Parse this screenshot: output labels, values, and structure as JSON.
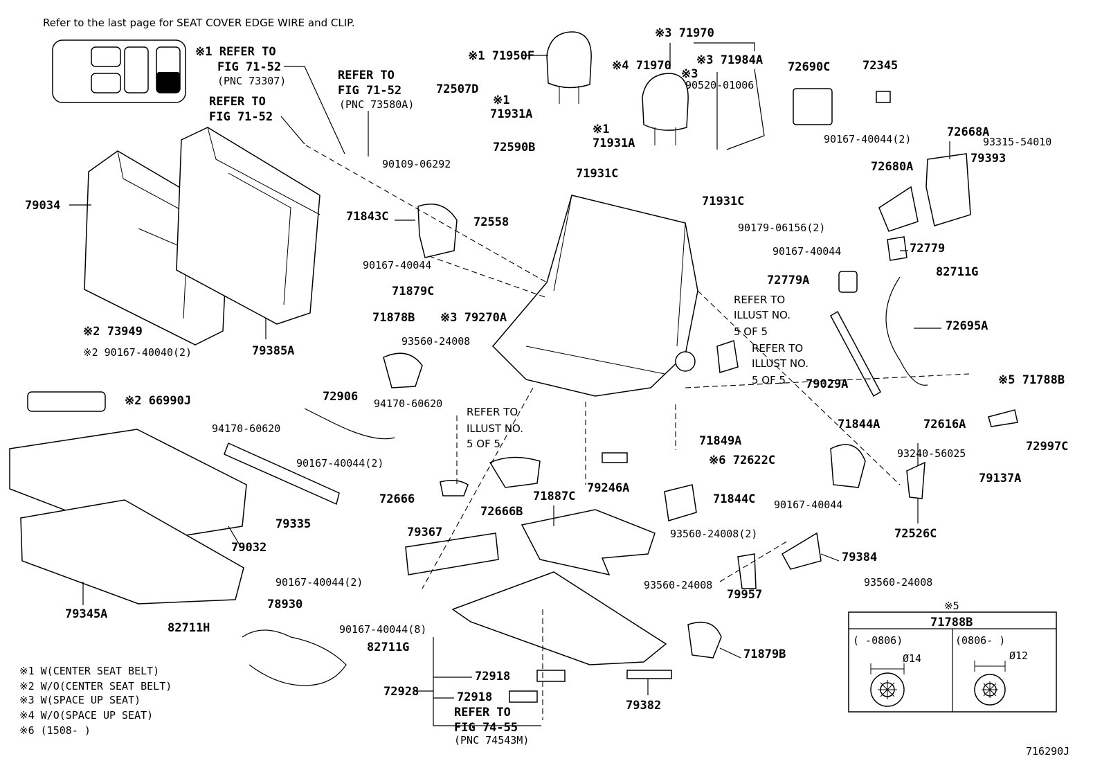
{
  "header_note": "Refer to the last page for SEAT COVER EDGE WIRE and CLIP.",
  "figure_id": "716290J",
  "labels": {
    "p71970_top": "※3 71970",
    "p71950F": "※1 71950F",
    "p71970": "※4 71970",
    "p71984A": "※3 71984A",
    "p90520": "※3",
    "p90520_num": "90520-01006",
    "ref1_a": "※1 REFER TO",
    "ref1_b": "FIG 71-52",
    "ref1_c": "(PNC 73307)",
    "ref2_a": "REFER TO",
    "ref2_b": "FIG 71-52",
    "ref2_c": "(PNC 73580A)",
    "ref3_a": "REFER TO",
    "ref3_b": "FIG 71-52",
    "p72507D": "72507D",
    "p71931A_1": "※1",
    "p71931A_1n": "71931A",
    "p71931A_2": "※1",
    "p71931A_2n": "71931A",
    "p90109": "90109-06292",
    "p72590B": "72590B",
    "p71931C_1": "71931C",
    "p71931C_2": "71931C",
    "p72690C": "72690C",
    "p72345": "72345",
    "p90167_40044_2a": "90167-40044(2)",
    "p72668A": "72668A",
    "p93315": "93315-54010",
    "p79393": "79393",
    "p72680A": "72680A",
    "p90179": "90179-06156(2)",
    "p79034": "79034",
    "p71843C": "71843C",
    "p72558": "72558",
    "p90167_a": "90167-40044",
    "p90167_b": "90167-40044",
    "p72779": "72779",
    "p82711G_1": "82711G",
    "p72779A": "72779A",
    "p71879C": "71879C",
    "p79270A": "※3 79270A",
    "p71878B": "71878B",
    "ref4_a": "REFER TO",
    "ref4_b": "ILLUST NO.",
    "ref4_c": "5 OF 5",
    "ref5_a": "REFER TO",
    "ref5_b": "ILLUST NO.",
    "ref5_c": "5 OF 5",
    "p72695A": "72695A",
    "p73949": "※2 73949",
    "p90167_40040": "※2 90167-40040(2)",
    "p79385A": "79385A",
    "p93560_a": "93560-24008",
    "p79029A": "79029A",
    "p71788B": "※5 71788B",
    "p66990J": "※2 66990J",
    "p72906": "72906",
    "p94170_a": "94170-60620",
    "p94170_b": "94170-60620",
    "ref6_a": "REFER TO",
    "ref6_b": "ILLUST NO.",
    "ref6_c": "5 OF 5",
    "p71844A": "71844A",
    "p72616A": "72616A",
    "p72997C": "72997C",
    "p71849A": "71849A",
    "p90167_40044_2b": "90167-40044(2)",
    "p72622C": "※6 72622C",
    "p93240": "93240-56025",
    "p79137A": "79137A",
    "p72666": "72666",
    "p72666B": "72666B",
    "p79246A": "79246A",
    "p71887C": "71887C",
    "p79335": "79335",
    "p71844C": "71844C",
    "p90167_c": "90167-40044",
    "p72526C": "72526C",
    "p79367": "79367",
    "p79032": "79032",
    "p93560_b": "93560-24008(2)",
    "p79384": "79384",
    "p93560_c": "93560-24008",
    "p90167_40044_2c": "90167-40044(2)",
    "p93560_d": "93560-24008",
    "p79957": "79957",
    "p78930": "78930",
    "p79345A": "79345A",
    "p90167_40044_8": "90167-40044(8)",
    "p82711H": "82711H",
    "p82711G_2": "82711G",
    "p71879B": "71879B",
    "p72918_a": "72918",
    "p72918_b": "72918",
    "p72928": "72928",
    "ref7_a": "REFER TO",
    "ref7_b": "FIG 74-55",
    "ref7_c": "(PNC 74543M)",
    "p79382": "79382"
  },
  "legend": [
    "※1 W(CENTER SEAT BELT)",
    "※2 W/O(CENTER SEAT BELT)",
    "※3 W(SPACE UP SEAT)",
    "※4 W/O(SPACE UP SEAT)",
    "※6 (1508-       )"
  ],
  "inset": {
    "mark": "※5",
    "title": "71788B",
    "col1_range": "(      -0806)",
    "col2_range": "(0806-       )",
    "col1_dia": "Ø14",
    "col2_dia": "Ø12"
  }
}
